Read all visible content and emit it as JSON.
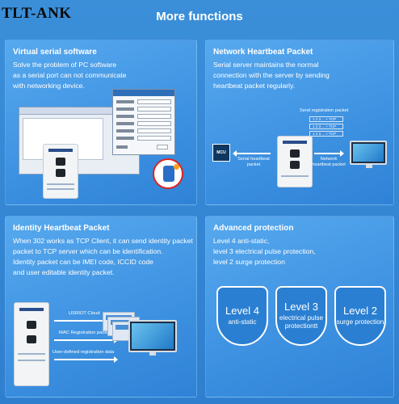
{
  "brand": "TLT-ANK",
  "headline": "More functions",
  "panels": {
    "virtual": {
      "title": "Virtual serial software",
      "lines": [
        "Solve the problem of PC software",
        "as a serial port can not communicate",
        "with networking device."
      ]
    },
    "heartbeat": {
      "title": "Network Heartbeat Packet",
      "lines": [
        "Serial server maintains the normal",
        "connection with the server by sending",
        "heartbeat packet regularly."
      ],
      "diagram": {
        "send_label": "Send registration packet",
        "mcu_label": "MCU",
        "serial_label": "Serial heartbeat packet",
        "network_label": "Network heartbeat packet",
        "packets": [
          "1 2 3 ... + TCP",
          "1 2 3 ... + TCP",
          "1 2 3 ... + TCP"
        ]
      }
    },
    "identity": {
      "title": "Identity Heartbeat Packet",
      "lines": [
        "When 302 works as TCP Client, it can send identity packet",
        "packet to TCP server which can be identification.",
        "Identity packet can be IMEI code, ICCID code",
        "and user editable identity packet."
      ],
      "diagram": {
        "label_cloud": "USRIOT Cloud",
        "label_mac": "MAC Registration packet",
        "label_user": "User-defined registration data"
      }
    },
    "protection": {
      "title": "Advanced protection",
      "lines": [
        "Level 4 anti-static,",
        "level 3 electrical pulse protection,",
        "level 2 surge protection"
      ],
      "badges": [
        {
          "level": "Level 4",
          "desc": "anti-static"
        },
        {
          "level": "Level 3",
          "desc": "electrical pulse protectiontt"
        },
        {
          "level": "Level 2",
          "desc": "surge protection"
        }
      ]
    }
  }
}
